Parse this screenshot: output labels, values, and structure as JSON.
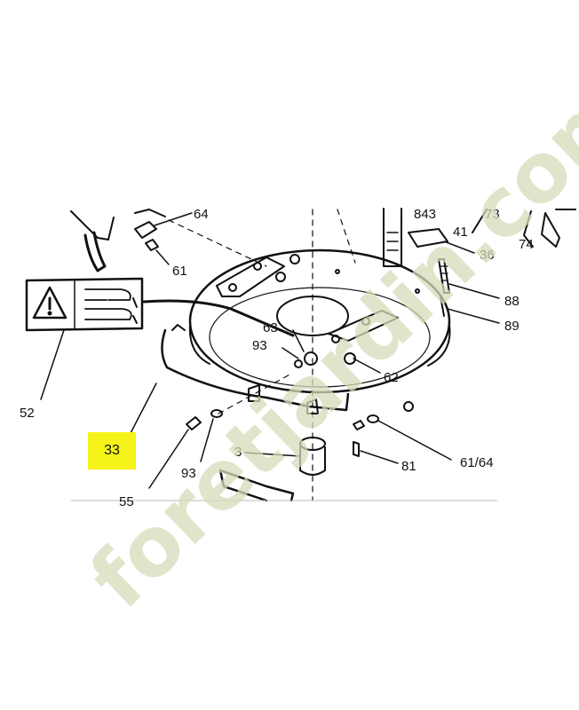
{
  "labels": {
    "l64": "64",
    "l61": "61",
    "l843": "843",
    "l73": "73",
    "l41": "41",
    "l74": "74",
    "l36": "36",
    "l88": "88",
    "l89": "89",
    "l63": "63",
    "l93a": "93",
    "l62": "62",
    "l52": "52",
    "l81": "81",
    "l6164": "61/64",
    "l3": "3",
    "l93b": "93",
    "l55": "55"
  },
  "highlight": {
    "label": "33",
    "color": "#f6f31a"
  },
  "watermark": {
    "text": "foretjardin.com",
    "color": "#d7d9b8",
    "accent": "#e9a866"
  },
  "colors": {
    "line": "#111111",
    "background": "#ffffff"
  },
  "icons": [
    "warning-triangle-icon",
    "hand-caution-icon"
  ]
}
